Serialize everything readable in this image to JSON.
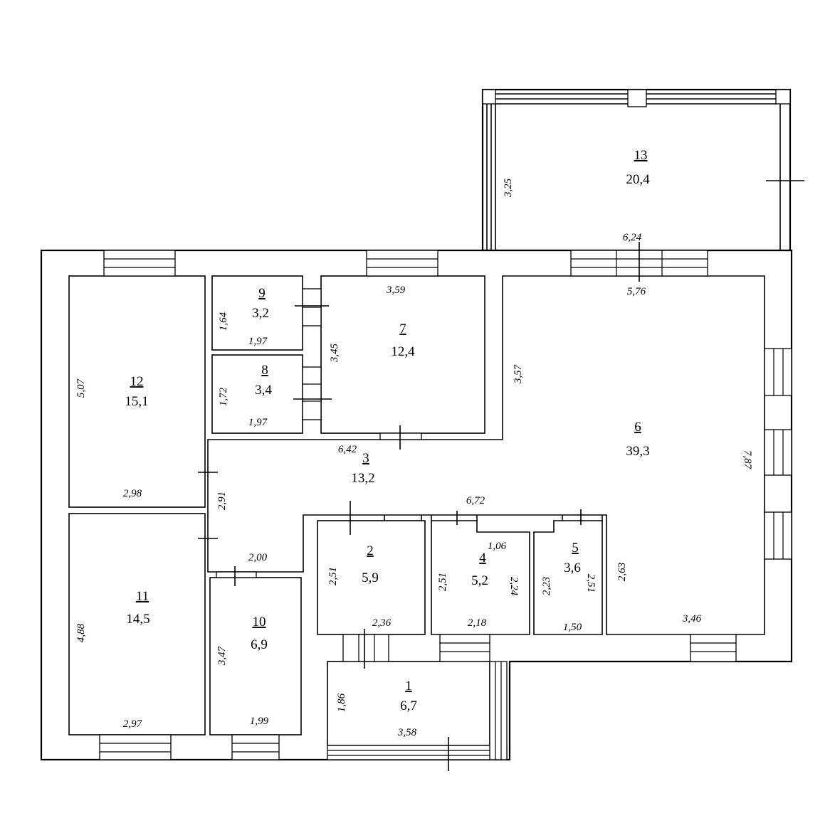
{
  "rooms": [
    {
      "num": "1",
      "area": "6,7"
    },
    {
      "num": "2",
      "area": "5,9"
    },
    {
      "num": "3",
      "area": "13,2"
    },
    {
      "num": "4",
      "area": "5,2"
    },
    {
      "num": "5",
      "area": "3,6"
    },
    {
      "num": "6",
      "area": "39,3"
    },
    {
      "num": "7",
      "area": "12,4"
    },
    {
      "num": "8",
      "area": "3,4"
    },
    {
      "num": "9",
      "area": "3,2"
    },
    {
      "num": "10",
      "area": "6,9"
    },
    {
      "num": "11",
      "area": "14,5"
    },
    {
      "num": "12",
      "area": "15,1"
    },
    {
      "num": "13",
      "area": "20,4"
    }
  ],
  "dims": {
    "r13_side": "3,25",
    "r13_bottom": "6,24",
    "r6_top": "5,76",
    "r6_right": "7,87",
    "r6_left": "3,57",
    "r6_bottom": "3,46",
    "r6_inner": "2,63",
    "r7_top": "3,59",
    "r7_left": "3,45",
    "r9_side": "1,64",
    "r9_bottom": "1,97",
    "r8_side": "1,72",
    "r8_bottom": "1,97",
    "r12_side": "5,07",
    "r12_bottom": "2,98",
    "r3_top": "6,42",
    "r3_side": "2,91",
    "r3_bottom": "2,00",
    "corridor_top": "6,72",
    "r2_side": "2,51",
    "r2_bottom": "2,36",
    "r4_side": "2,51",
    "r4_top": "1,06",
    "r4_right": "2,24",
    "r4_bottom": "2,18",
    "r5_side": "2,23",
    "r5_right": "2,51",
    "r5_bottom": "1,50",
    "r11_side": "4,88",
    "r11_bottom": "2,97",
    "r10_side": "3,47",
    "r10_bottom": "1,99",
    "r1_side": "1,86",
    "r1_bottom": "3,58"
  }
}
